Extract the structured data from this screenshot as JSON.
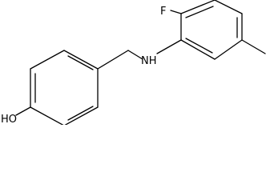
{
  "molecule": {
    "atom_labels": {
      "fluorine": "F",
      "amine": "NH",
      "hydroxyl": "HO"
    }
  }
}
